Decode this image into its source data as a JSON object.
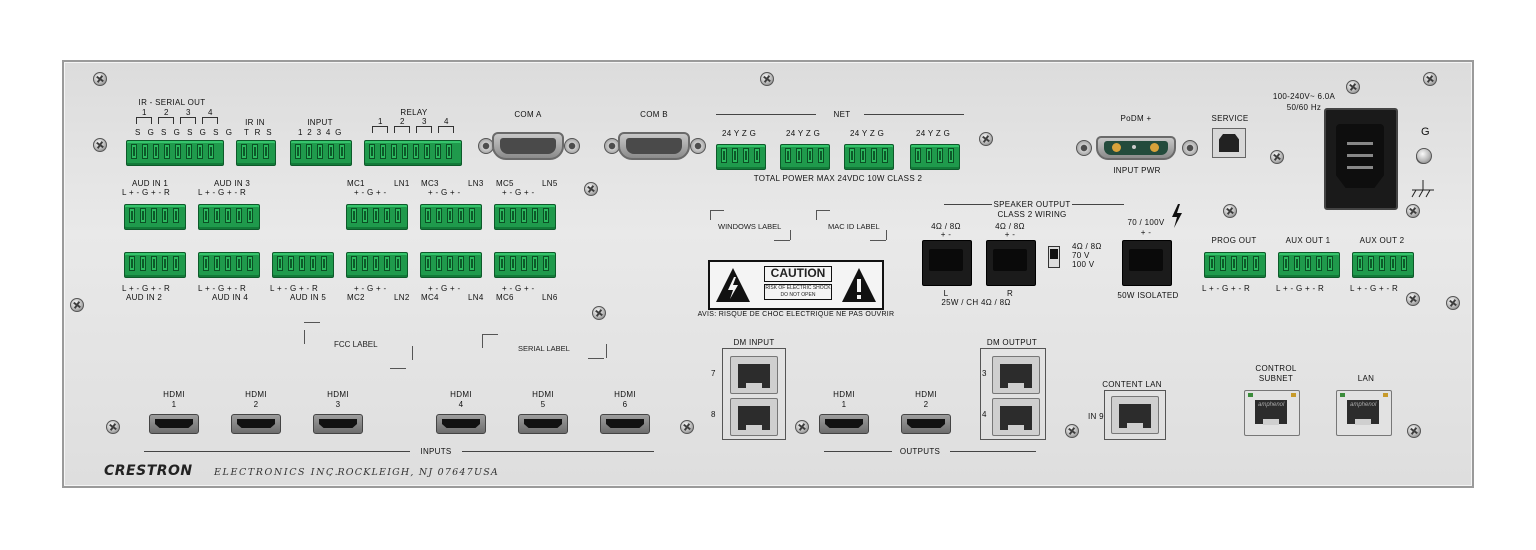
{
  "brand": {
    "logo": "CRESTRON",
    "tagline": "ELECTRONICS INC.",
    "address": ", ROCKLEIGH, NJ 07647",
    "country": "USA"
  },
  "ir_serial": {
    "title": "IR - SERIAL OUT",
    "numbers": [
      "1",
      "2",
      "3",
      "4"
    ],
    "pins": [
      "S",
      "G",
      "S",
      "G",
      "S",
      "G",
      "S",
      "G"
    ]
  },
  "ir_in": {
    "title": "IR IN",
    "pins": [
      "T",
      "R",
      "S"
    ]
  },
  "input": {
    "title": "INPUT",
    "pins": [
      "1",
      "2",
      "3",
      "4",
      "G"
    ]
  },
  "relay": {
    "title": "RELAY",
    "numbers": [
      "1",
      "2",
      "3",
      "4"
    ]
  },
  "com_a": "COM A",
  "com_b": "COM B",
  "net": {
    "title": "NET",
    "pinlabel": "24 Y Z G",
    "footer": "TOTAL POWER MAX 24VDC 10W CLASS 2"
  },
  "podm": {
    "title": "PoDM +",
    "footer": "INPUT PWR"
  },
  "service": "SERVICE",
  "power": {
    "rating": "100-240V~ 6.0A",
    "freq": "50/60 Hz",
    "ground": "G"
  },
  "audio_top": [
    {
      "name": "AUD IN 1",
      "pins": "L +  -  G +  -  R"
    },
    {
      "name": "AUD IN 3",
      "pins": "L +  -  G +  -  R"
    }
  ],
  "audio_bottom": [
    {
      "name": "AUD IN 2",
      "pins": "L +  -  G +  -  R"
    },
    {
      "name": "AUD IN 4",
      "pins": "L +  -  G +  -  R"
    },
    {
      "name": "AUD IN 5",
      "pins": "L +  -  G +  -  R"
    }
  ],
  "mic_top": [
    {
      "mc": "MC1",
      "ln": "LN1",
      "pins": "+  -  G +  -"
    },
    {
      "mc": "MC3",
      "ln": "LN3",
      "pins": "+  -  G +  -"
    },
    {
      "mc": "MC5",
      "ln": "LN5",
      "pins": "+  -  G +  -"
    }
  ],
  "mic_bottom": [
    {
      "mc": "MC2",
      "ln": "LN2",
      "pins": "+  -  G +  -"
    },
    {
      "mc": "MC4",
      "ln": "LN4",
      "pins": "+  -  G +  -"
    },
    {
      "mc": "MC6",
      "ln": "LN6",
      "pins": "+  -  G +  -"
    }
  ],
  "labels": {
    "windows": "WINDOWS LABEL",
    "mac": "MAC ID LABEL",
    "fcc": "FCC LABEL",
    "serial": "SERIAL LABEL"
  },
  "caution": {
    "title": "CAUTION",
    "line1": "RISK OF ELECTRIC SHOCK",
    "line2": "DO NOT OPEN",
    "avis": "AVIS: RISQUE DE CHOC ELECTRIQUE NE PAS OUVRIR"
  },
  "speaker": {
    "title": "SPEAKER OUTPUT",
    "subtitle": "CLASS 2 WIRING",
    "imp": "4Ω / 8Ω",
    "pm": "+   -",
    "left": "L",
    "right": "R",
    "power": "25W / CH 4Ω / 8Ω",
    "switch": [
      "4Ω / 8Ω",
      "70 V",
      "100 V"
    ],
    "iso_title": "70 / 100V",
    "iso_footer": "50W ISOLATED"
  },
  "aux": [
    {
      "name": "PROG OUT",
      "pins": "L +  -  G +  -  R"
    },
    {
      "name": "AUX OUT 1",
      "pins": "L +  -  G +  -  R"
    },
    {
      "name": "AUX OUT 2",
      "pins": "L +  -  G +  -  R"
    }
  ],
  "hdmi_in": {
    "label": "HDMI",
    "numbers": [
      "1",
      "2",
      "3",
      "4",
      "5",
      "6"
    ],
    "group": "INPUTS"
  },
  "hdmi_out": {
    "label": "HDMI",
    "numbers": [
      "1",
      "2"
    ],
    "group": "OUTPUTS"
  },
  "dm_input": {
    "title": "DM INPUT",
    "ports": [
      "7",
      "8"
    ]
  },
  "dm_output": {
    "title": "DM OUTPUT",
    "ports": [
      "3",
      "4"
    ]
  },
  "content_lan": {
    "title": "CONTENT LAN",
    "port": "IN 9"
  },
  "control_subnet": {
    "title1": "CONTROL",
    "title2": "SUBNET"
  },
  "lan": "LAN",
  "jack_brand": "amphenol"
}
